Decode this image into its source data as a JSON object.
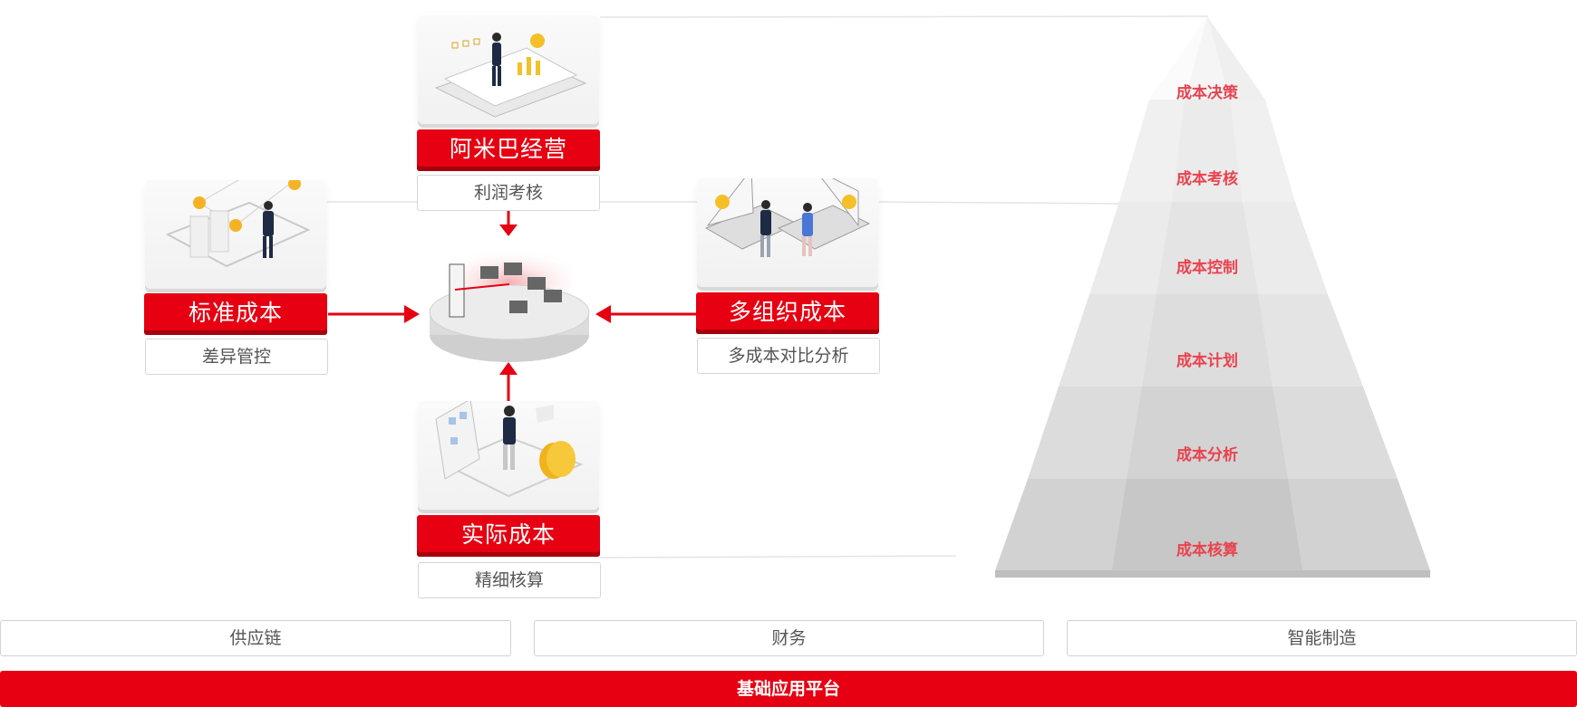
{
  "modules": {
    "amoeba": {
      "title": "阿米巴经营",
      "subtitle": "利润考核"
    },
    "standard": {
      "title": "标准成本",
      "subtitle": "差异管控"
    },
    "multi_org": {
      "title": "多组织成本",
      "subtitle": "多成本对比分析"
    },
    "actual": {
      "title": "实际成本",
      "subtitle": "精细核算"
    }
  },
  "pyramid": {
    "levels": [
      "成本决策",
      "成本考核",
      "成本控制",
      "成本计划",
      "成本分析",
      "成本核算"
    ]
  },
  "categories": [
    "供应链",
    "财务",
    "智能制造"
  ],
  "platform": "基础应用平台",
  "colors": {
    "brand_red": "#e60012",
    "pyramid_text": "#e9434f"
  }
}
